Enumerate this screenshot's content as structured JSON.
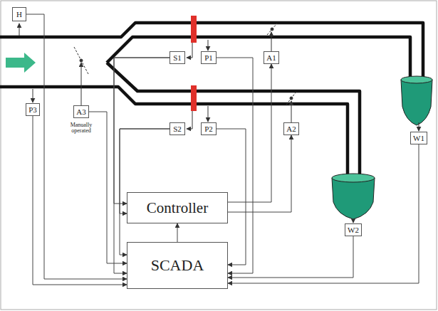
{
  "diagram": {
    "nodes": [
      {
        "text": [
          "H"
        ]
      },
      {
        "text": [
          "S1"
        ]
      },
      {
        "text": [
          "P1"
        ]
      },
      {
        "text": [
          "A1"
        ]
      },
      {
        "text": [
          "P3"
        ]
      },
      {
        "text": [
          "A3"
        ]
      },
      {
        "text": [
          "W1"
        ]
      },
      {
        "text": [
          "S2"
        ]
      },
      {
        "text": [
          "P2"
        ]
      },
      {
        "text": [
          "A2"
        ]
      },
      {
        "text": [
          "Controller"
        ]
      },
      {
        "text": [
          "W2"
        ]
      },
      {
        "text": [
          "SCADA"
        ]
      }
    ],
    "edges": [
      {
        "from": 0,
        "to": 12,
        "arrow": "to"
      },
      {
        "from": 4,
        "to": 12,
        "arrow": "to"
      },
      {
        "from": 5,
        "to": 12,
        "arrow": "to"
      },
      {
        "from": 1,
        "to": 12,
        "arrow": "to"
      },
      {
        "from": 2,
        "to": 12,
        "arrow": "to"
      },
      {
        "from": 7,
        "to": 12,
        "arrow": "to"
      },
      {
        "from": 8,
        "to": 12,
        "arrow": "to"
      },
      {
        "from": 6,
        "to": 12,
        "arrow": "to"
      },
      {
        "from": 11,
        "to": 12,
        "arrow": "to"
      },
      {
        "from": 10,
        "to": 3,
        "arrow": "to"
      },
      {
        "from": 10,
        "to": 9,
        "arrow": "to"
      },
      {
        "from": 12,
        "to": 10,
        "arrow": "to"
      },
      {
        "from": 1,
        "to": 10,
        "arrow": "to"
      },
      {
        "from": 7,
        "to": 10,
        "arrow": "to"
      }
    ],
    "labels": [
      "Manually operated"
    ]
  }
}
